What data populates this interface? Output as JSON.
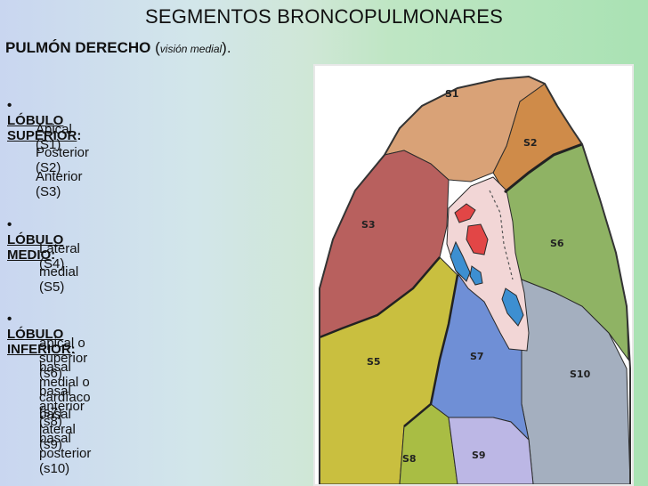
{
  "title": "SEGMENTOS BRONCOPULMONARES",
  "subtitle": {
    "main": "PULMÓN DERECHO",
    "open": " (",
    "view": "visión medial",
    "close": ")."
  },
  "bullet": "•",
  "lobes": [
    {
      "name": "LÓBULO SUPERIOR",
      "colon": ":",
      "segments": [
        "Apical (S1)",
        "Posterior (S2)",
        "Anterior (S3)"
      ]
    },
    {
      "name": "LÓBULO MEDIO",
      "colon": ":",
      "segments": [
        "Lateral (S4)",
        "medial (S5)"
      ]
    },
    {
      "name": "LÓBULO INFERIOR",
      "colon": ":",
      "segments": [
        "apical o superior (s6)",
        "basal medial o cardíaco  (s7)",
        "basal anterior (s8)",
        "basal lateral (s9)",
        "basal posterior (s10)"
      ]
    }
  ],
  "diagram_labels": {
    "s1": "S1",
    "s2": "S2",
    "s3": "S3",
    "s5": "S5",
    "s6": "S6",
    "s7": "S7",
    "s8": "S8",
    "s9": "S9",
    "s10": "S10"
  },
  "colors": {
    "s1": "#d9a277",
    "s2": "#cf8b49",
    "s3": "#b8605e",
    "s5": "#c9bf3f",
    "s6": "#8fb364",
    "s7": "#6f8fd6",
    "s8": "#a9bd44",
    "s9": "#bcb7e5",
    "s10": "#a4afbf",
    "hilum": "#f2d6d6",
    "artery": "#e24646",
    "vein": "#3d8fd1"
  }
}
